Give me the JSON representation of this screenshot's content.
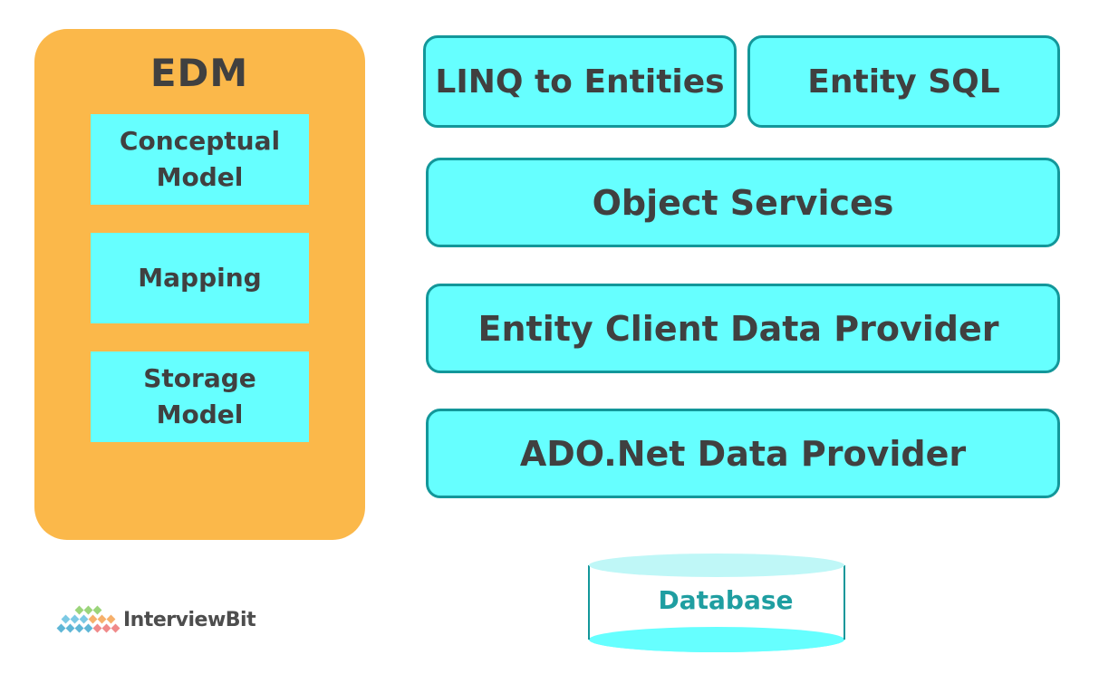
{
  "edm": {
    "title": "EDM",
    "components": [
      {
        "label": "Conceptual\nModel"
      },
      {
        "label": "Mapping"
      },
      {
        "label": "Storage\nModel"
      }
    ]
  },
  "layers": {
    "linq": "LINQ to Entities",
    "entity_sql": "Entity SQL",
    "object_services": "Object Services",
    "entity_client": "Entity Client Data Provider",
    "ado_net": "ADO.Net Data Provider"
  },
  "database": {
    "label": "Database"
  },
  "brand": {
    "name": "InterviewBit"
  },
  "colors": {
    "edm_panel": "#fbb84a",
    "box_fill": "#66ffff",
    "box_border": "#13979a",
    "text": "#404040",
    "database_text": "#1f9ea1"
  }
}
